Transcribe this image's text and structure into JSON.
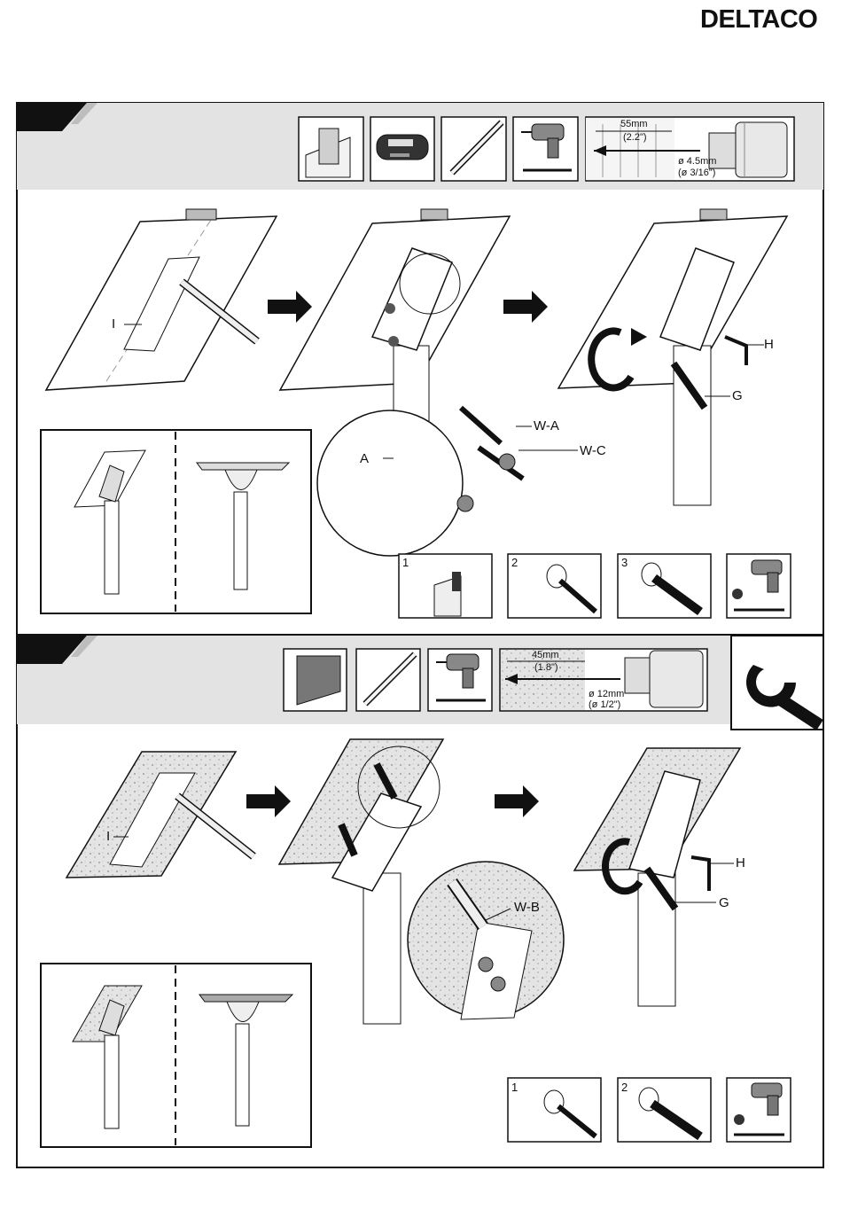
{
  "brand": {
    "name": "DELTACO"
  },
  "section1": {
    "drill_diagram": {
      "depth": "55mm",
      "depth_in": "(2.2\")",
      "diameter": "ø 4.5mm",
      "diameter_in": "(ø 3/16\")"
    },
    "labels": {
      "I": "I",
      "A": "A",
      "H": "H",
      "G": "G",
      "WA": "W-A",
      "WC": "W-C"
    },
    "steps": [
      "1",
      "2",
      "3"
    ]
  },
  "section2": {
    "drill_diagram": {
      "depth": "45mm",
      "depth_in": "(1.8\")",
      "diameter": "ø 12mm",
      "diameter_in": "(ø 1/2\")"
    },
    "labels": {
      "I": "I",
      "H": "H",
      "G": "G",
      "WB": "W-B"
    },
    "steps": [
      "1",
      "2"
    ]
  }
}
